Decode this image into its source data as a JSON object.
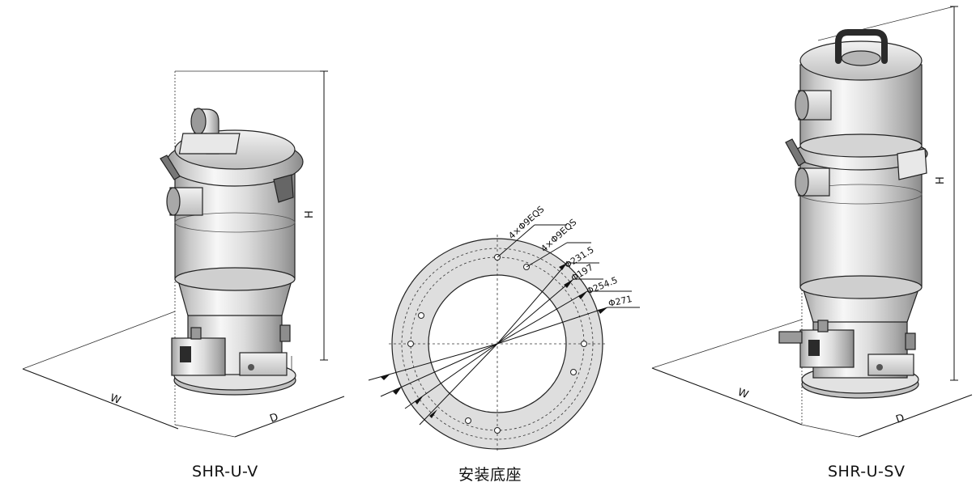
{
  "captions": {
    "left": "SHR-U-V",
    "center": "安装底座",
    "right": "SHR-U-SV"
  },
  "left_unit": {
    "dim_w": "W",
    "dim_d": "D",
    "dim_h": "H"
  },
  "right_unit": {
    "dim_w": "W",
    "dim_d": "D",
    "dim_h": "H"
  },
  "base_flange": {
    "labels": [
      "4×Φ9EQS",
      "4×Φ9EQS",
      "Φ231.5",
      "Φ197",
      "Φ254.5",
      "Φ271"
    ]
  },
  "colors": {
    "metal_light": "#f4f4f4",
    "metal_mid": "#c9c9c9",
    "metal_dark": "#8a8a8a",
    "flange_fill": "#dedede",
    "handle": "#2a2a2a"
  }
}
